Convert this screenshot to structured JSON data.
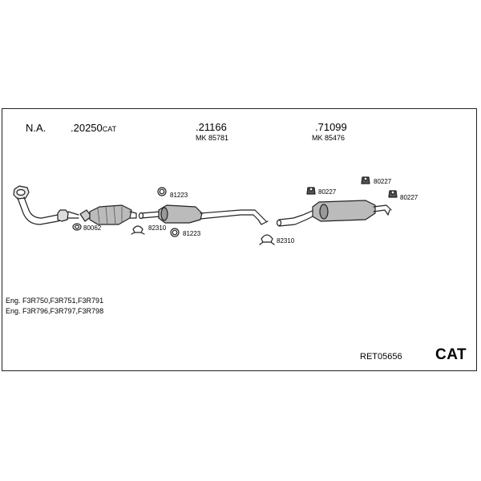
{
  "header": {
    "na_label": "N.A.",
    "part1_number": ".20250",
    "part1_suffix": "CAT",
    "part2_number": ".21166",
    "part2_mk": "MK  85781",
    "part3_number": ".71099",
    "part3_mk": "MK  85476"
  },
  "parts": {
    "p80062": "80062",
    "p81223_a": "81223",
    "p82310_a": "82310",
    "p81223_b": "81223",
    "p82310_b": "82310",
    "p80227_a": "80227",
    "p80227_b": "80227",
    "p80227_c": "80227"
  },
  "engines": {
    "line1": "Eng. F3R750,F3R751,F3R791",
    "line2": "Eng. F3R796,F3R797,F3R798"
  },
  "footer": {
    "reference": "RET05656",
    "cat_label": "CAT"
  }
}
